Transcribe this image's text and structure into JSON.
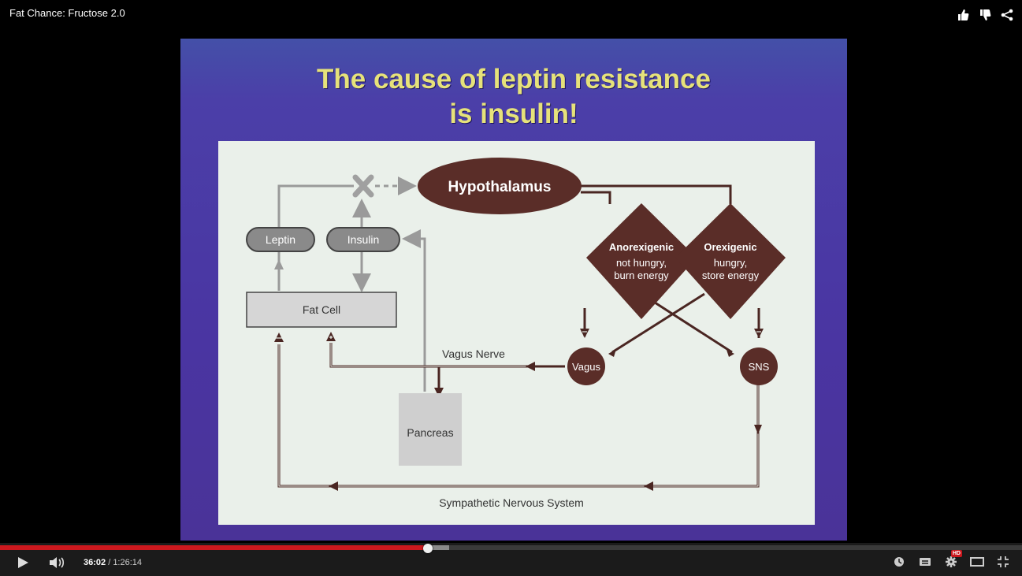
{
  "video": {
    "title": "Fat Chance: Fructose 2.0"
  },
  "top_actions": [
    "like-icon",
    "dislike-icon",
    "share-icon"
  ],
  "slide": {
    "title_line1": "The cause of leptin resistance",
    "title_line2": "is insulin!",
    "diagram": {
      "hypothalamus": "Hypothalamus",
      "leptin": "Leptin",
      "insulin": "Insulin",
      "fat_cell": "Fat Cell",
      "anorexigenic": "Anorexigenic",
      "anorexigenic_sub1": "not hungry,",
      "anorexigenic_sub2": "burn energy",
      "orexigenic": "Orexigenic",
      "orexigenic_sub1": "hungry,",
      "orexigenic_sub2": "store energy",
      "vagus": "Vagus",
      "sns": "SNS",
      "vagus_nerve": "Vagus Nerve",
      "pancreas": "Pancreas",
      "sympathetic": "Sympathetic Nervous System"
    }
  },
  "controls": {
    "current_time": "36:02",
    "separator": " / ",
    "duration": "1:26:14",
    "progress_played_fraction": 0.4187,
    "progress_buffered_fraction": 0.4395,
    "hd_badge": "HD",
    "right_icons": [
      "watch-later-icon",
      "captions-icon",
      "settings-icon",
      "theater-mode-icon",
      "fullscreen-exit-icon"
    ]
  },
  "colors": {
    "progress_red": "#cc181e",
    "slide_title_yellow": "#e6e27a",
    "slide_purple": "#4a35a2",
    "node_brown": "#5a2d28",
    "diagram_bg": "#eaf0ea"
  }
}
